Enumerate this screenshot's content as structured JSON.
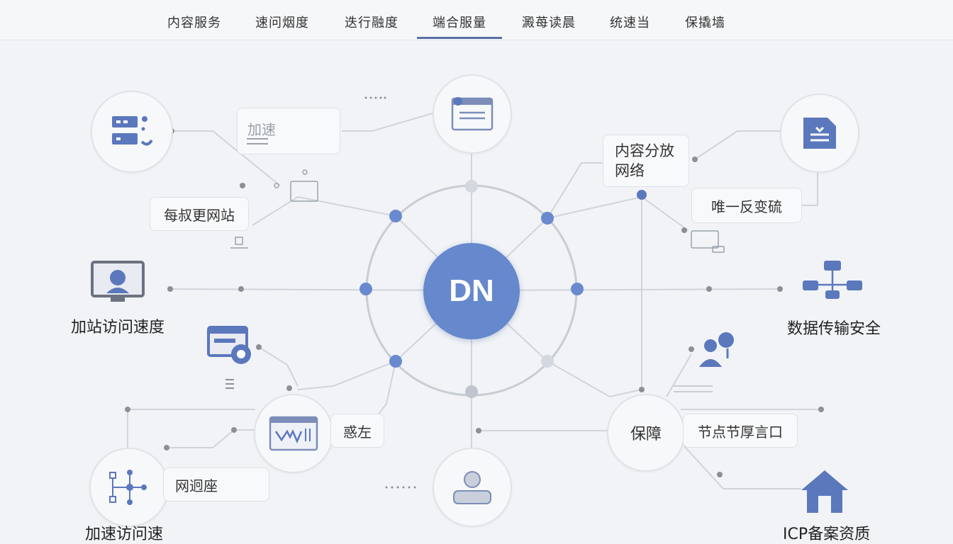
{
  "nav": {
    "items": [
      "内容服务",
      "速问烟度",
      "迭行融度",
      "端合服量",
      "澱苺读晨",
      "统速当",
      "保撬墙"
    ],
    "active_index": 3
  },
  "hub": {
    "label": "DN"
  },
  "boxes": {
    "accel": "加速",
    "cdn": "内容分放\n网络",
    "unique": "唯一反变硫",
    "website": "每叔更网站",
    "guard": "保障",
    "node": "节点节厚言口",
    "left_low": "惑左",
    "net": "网迥座"
  },
  "labels": {
    "site_speed": "加站访问速度",
    "data_secure": "数据传输安全",
    "bottom_left": "加速访问速",
    "icp": "ICP备案资质"
  },
  "colors": {
    "accent": "#6688cc",
    "icon": "#5b78bd",
    "line": "#cfd4dc",
    "background": "#f1f3f6"
  },
  "icons": [
    "server-icon",
    "browser-icon",
    "document-icon",
    "monitor-icon",
    "network-tree-icon",
    "media-window-icon",
    "users-icon",
    "chart-window-icon",
    "org-chart-icon",
    "user-icon",
    "home-icon"
  ]
}
